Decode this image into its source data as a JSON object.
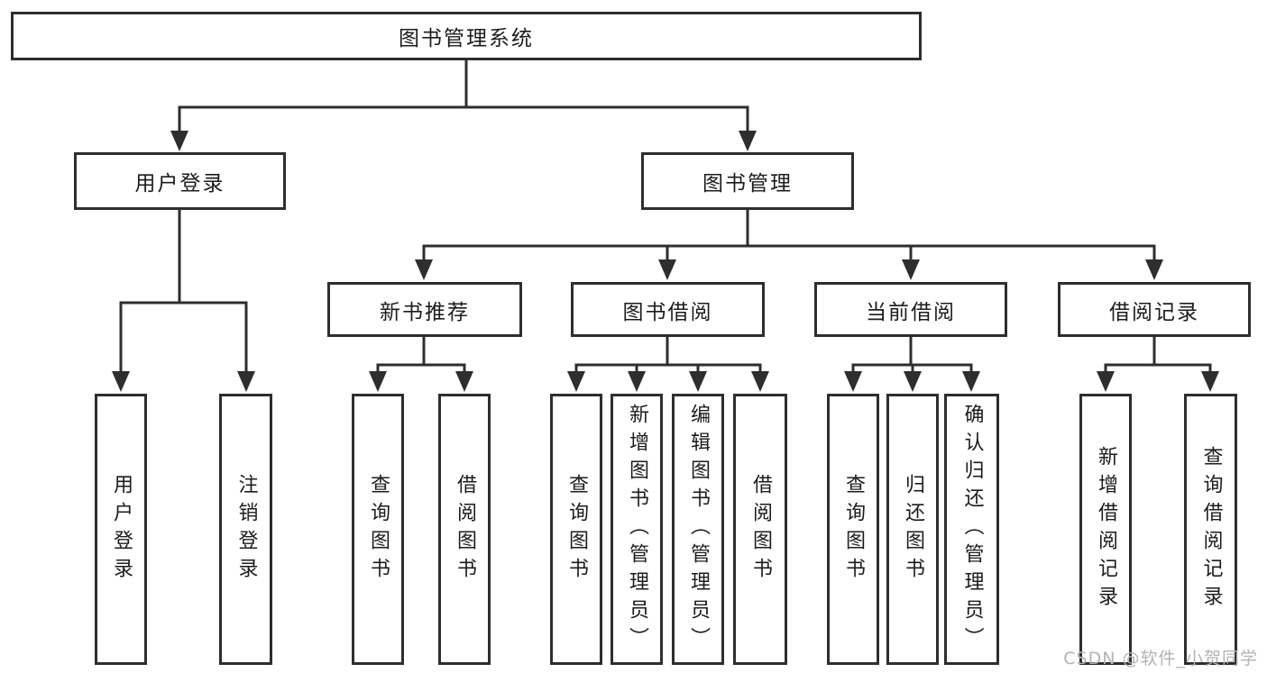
{
  "diagram_title": "图书管理系统",
  "tree": {
    "label": "图书管理系统",
    "children": [
      {
        "label": "用户登录",
        "children": [
          {
            "label": "用户登录"
          },
          {
            "label": "注销登录"
          }
        ]
      },
      {
        "label": "图书管理",
        "children": [
          {
            "label": "新书推荐",
            "children": [
              {
                "label": "查询图书"
              },
              {
                "label": "借阅图书"
              }
            ]
          },
          {
            "label": "图书借阅",
            "children": [
              {
                "label": "查询图书"
              },
              {
                "label": "新增图书（管理员）"
              },
              {
                "label": "编辑图书（管理员）"
              },
              {
                "label": "借阅图书"
              }
            ]
          },
          {
            "label": "当前借阅",
            "children": [
              {
                "label": "查询图书"
              },
              {
                "label": "归还图书"
              },
              {
                "label": "确认归还（管理员）"
              }
            ]
          },
          {
            "label": "借阅记录",
            "children": [
              {
                "label": "新增借阅记录"
              },
              {
                "label": "查询借阅记录"
              }
            ]
          }
        ]
      }
    ]
  },
  "watermark": "CSDN @软件_小贺同学",
  "colors": {
    "line": "#2e2e2e",
    "box_border": "#2e2e2e",
    "box_fill": "#ffffff",
    "text": "#1c1c1c",
    "watermark": "#b3b3b3",
    "background": "#ffffff"
  }
}
